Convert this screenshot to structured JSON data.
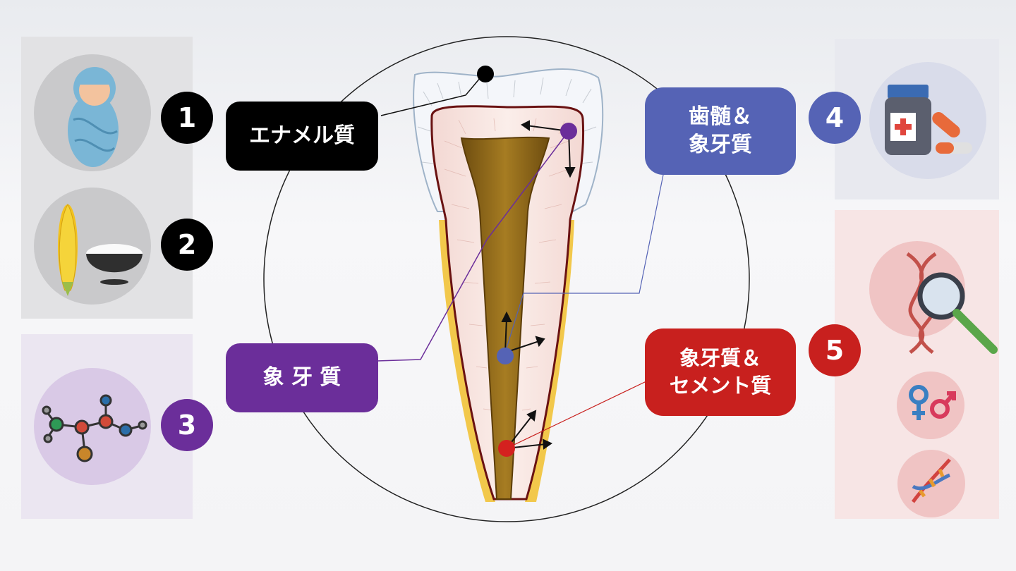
{
  "labels": {
    "enamel": "エナメル質",
    "dentin": "象 牙 質",
    "pulp_dentin_line1": "歯髄＆",
    "pulp_dentin_line2": "象牙質",
    "dentin_cementum_line1": "象牙質＆",
    "dentin_cementum_line2": "セメント質"
  },
  "numbers": [
    "1",
    "2",
    "3",
    "4",
    "5"
  ],
  "colors": {
    "enamel": "#000000",
    "dentin": "#6b2e9a",
    "pulp_dentin": "#5563b5",
    "dentin_cementum": "#c8201e",
    "pulp": "#8a6419",
    "cementum": "#f2c84b",
    "dentin_fill": "#f7e3df"
  },
  "icons": {
    "panel1": "swaddled-baby-icon",
    "panel2": "corn-and-rice-bowl-icon",
    "panel3": "molecule-icon",
    "panel4": "medicine-bottle-and-pills-icon",
    "panel5": [
      "dna-magnifier-icon",
      "gender-symbols-icon",
      "dna-helix-icon"
    ]
  }
}
